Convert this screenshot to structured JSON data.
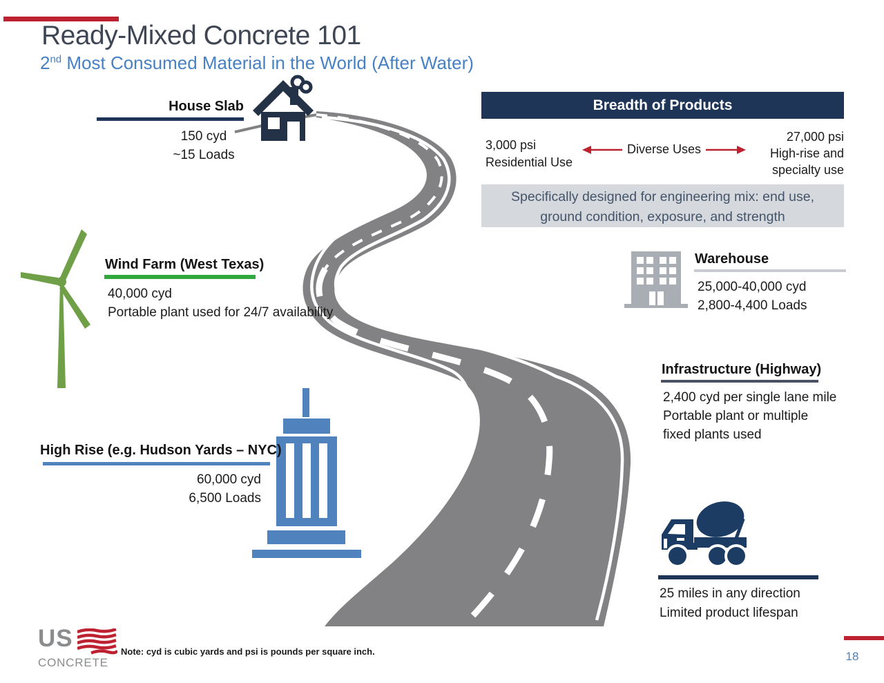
{
  "slide": {
    "title": "Ready-Mixed Concrete 101",
    "subtitle_num": "2",
    "subtitle_sup": "nd",
    "subtitle_rest": " Most Consumed Material in the World (After Water)",
    "note": "Note:  cyd is cubic yards and psi is pounds per square inch.",
    "page_number": "18"
  },
  "logo": {
    "line1": "US",
    "line2": "CONCRETE"
  },
  "breadth": {
    "header": "Breadth of Products",
    "left_line1": "3,000 psi",
    "left_line2": "Residential Use",
    "center_label": "Diverse Uses",
    "right_line1": "27,000 psi",
    "right_line2": "High-rise and",
    "right_line3": "specialty use",
    "box_line1": "Specifically designed for engineering mix: end use,",
    "box_line2": "ground condition, exposure, and strength"
  },
  "house_slab": {
    "label": "House Slab",
    "line1": "150 cyd",
    "line2": "~15 Loads"
  },
  "wind_farm": {
    "label": "Wind Farm (West Texas)",
    "line1": "40,000 cyd",
    "line2": "Portable plant used for 24/7 availability"
  },
  "warehouse": {
    "label": "Warehouse",
    "line1": "25,000-40,000 cyd",
    "line2": "2,800-4,400 Loads"
  },
  "infrastructure": {
    "label": "Infrastructure (Highway)",
    "line1": "2,400 cyd per single lane mile",
    "line2": "Portable plant or multiple",
    "line3": "fixed plants used"
  },
  "high_rise": {
    "label": "High Rise (e.g. Hudson Yards – NYC)",
    "line1": "60,000 cyd",
    "line2": "6,500 Loads"
  },
  "delivery": {
    "line1": "25 miles in any direction",
    "line2": "Limited product lifespan"
  },
  "colors": {
    "navy": "#1f3557",
    "dark_navy_icon": "#243247",
    "truck_navy": "#1d3c64",
    "red": "#be2130",
    "green_underline": "#2fa83c",
    "turbine_green": "#6fa048",
    "warehouse_gray": "#a8aeb3",
    "warehouse_underline": "#c9cdd1",
    "infrastructure_underline": "#4a5263",
    "highrise_blue": "#5083be",
    "subtitle_blue": "#4781c4",
    "road_gray": "#828284",
    "graybox_bg": "#d5d8dc",
    "graybox_text": "#44546a",
    "logo_gray": "#8a8c8e"
  }
}
